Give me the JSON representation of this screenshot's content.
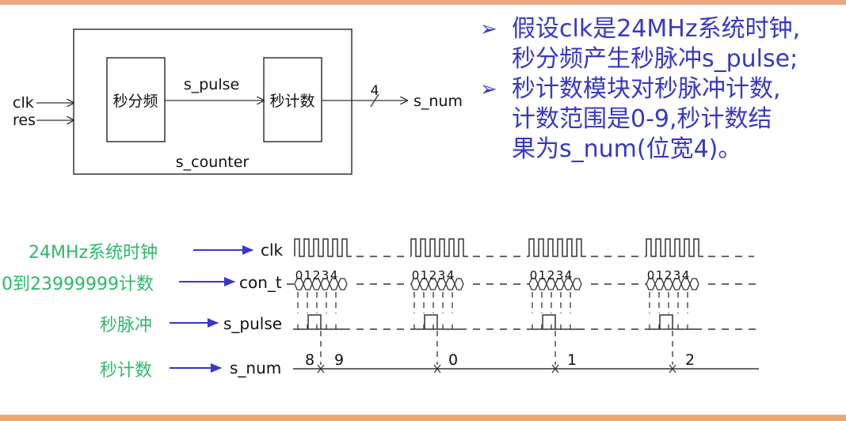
{
  "block_diagram": {
    "inputs": [
      "clk",
      "res"
    ],
    "divider_label": "秒分频",
    "pulse_label": "s_pulse",
    "counter_label": "秒计数",
    "bus_width": "4",
    "output_label": "s_num",
    "container_label": "s_counter"
  },
  "bullets": [
    {
      "lines": [
        "假设clk是24MHz系统时钟,",
        "秒分频产生秒脉冲s_pulse;"
      ]
    },
    {
      "lines": [
        "秒计数模块对秒脉冲计数,",
        "计数范围是0-9,秒计数结",
        "果为s_num(位宽4)。"
      ]
    }
  ],
  "timing": {
    "signals": [
      {
        "desc": "24MHz系统时钟",
        "name": "clk"
      },
      {
        "desc": "0到23999999计数",
        "name": "con_t"
      },
      {
        "desc": "秒脉冲",
        "name": "s_pulse"
      },
      {
        "desc": "秒计数",
        "name": "s_num"
      }
    ],
    "count_values": [
      "0",
      "1",
      "2",
      "3",
      "4"
    ],
    "snum_values": [
      "8",
      "9",
      "0",
      "1",
      "2"
    ]
  },
  "colors": {
    "text_blue": "#3737c8",
    "desc_green": "#2db86a",
    "accent_bar": "#e8a878"
  }
}
